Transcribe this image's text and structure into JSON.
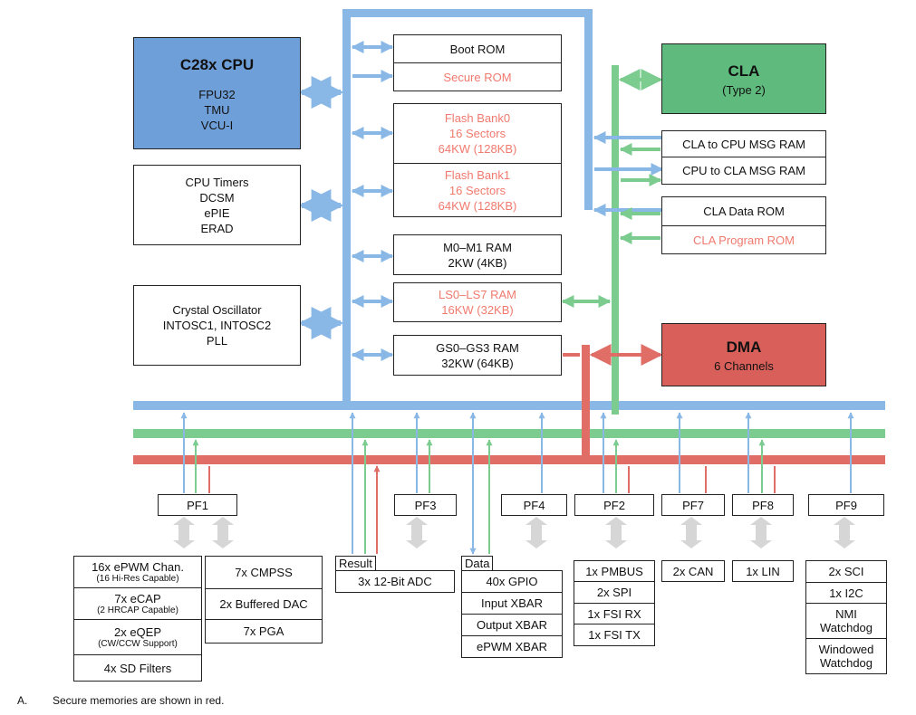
{
  "colors": {
    "cpu_fill": "#6f9fd8",
    "cla_fill": "#5fba7d",
    "dma_fill": "#d9605a",
    "blue_bus": "#8ab8e6",
    "green_bus": "#7ccc90",
    "red_bus": "#e06e66",
    "gray_arrow": "#d6d6d6",
    "secure_text": "#f07a6e"
  },
  "cpu": {
    "title": "C28x CPU",
    "lines": [
      "FPU32",
      "TMU",
      "VCU-I"
    ]
  },
  "cpu_timers": {
    "lines": [
      "CPU Timers",
      "DCSM",
      "ePIE",
      "ERAD"
    ]
  },
  "oscillator": {
    "lines": [
      "Crystal Oscillator",
      "INTOSC1, INTOSC2",
      "PLL"
    ]
  },
  "memory": {
    "boot_rom": "Boot ROM",
    "secure_rom": "Secure ROM",
    "flash_bank0": [
      "Flash Bank0",
      "16 Sectors",
      "64KW (128KB)"
    ],
    "flash_bank1": [
      "Flash Bank1",
      "16 Sectors",
      "64KW (128KB)"
    ],
    "m0_m1": [
      "M0–M1 RAM",
      "2KW (4KB)"
    ],
    "ls_ram": [
      "LS0–LS7 RAM",
      "16KW (32KB)"
    ],
    "gs_ram": [
      "GS0–GS3 RAM",
      "32KW (64KB)"
    ]
  },
  "cla": {
    "title": "CLA",
    "subtitle": "(Type 2)"
  },
  "cla_memory": {
    "cla_to_cpu": "CLA to CPU MSG RAM",
    "cpu_to_cla": "CPU to CLA MSG RAM",
    "data_rom": "CLA Data ROM",
    "program_rom": "CLA Program ROM"
  },
  "dma": {
    "title": "DMA",
    "subtitle": "6 Channels"
  },
  "peripheral_frames": [
    "PF1",
    "PF3",
    "PF4",
    "PF2",
    "PF7",
    "PF8",
    "PF9"
  ],
  "pf1_group_a": [
    {
      "main": "16x ePWM Chan.",
      "sub": "(16 Hi-Res Capable)"
    },
    {
      "main": "7x eCAP",
      "sub": "(2 HRCAP Capable)"
    },
    {
      "main": "2x eQEP",
      "sub": "(CW/CCW Support)"
    },
    {
      "main": "4x SD Filters",
      "sub": ""
    }
  ],
  "pf1_group_b": [
    "7x CMPSS",
    "2x Buffered DAC",
    "7x PGA"
  ],
  "adc": {
    "tag": "Result",
    "label": "3x 12-Bit ADC"
  },
  "gpio": {
    "tag": "Data",
    "items": [
      "40x GPIO",
      "Input XBAR",
      "Output XBAR",
      "ePWM XBAR"
    ]
  },
  "pf2_items": [
    "1x PMBUS",
    "2x SPI",
    "1x FSI RX",
    "1x FSI TX"
  ],
  "pf7_items": [
    "2x CAN"
  ],
  "pf8_items": [
    "1x LIN"
  ],
  "pf9_items": [
    "2x SCI",
    "1x I2C",
    "NMI Watchdog",
    "Windowed Watchdog"
  ],
  "footnote": {
    "marker": "A.",
    "text": "Secure memories are shown in red."
  }
}
